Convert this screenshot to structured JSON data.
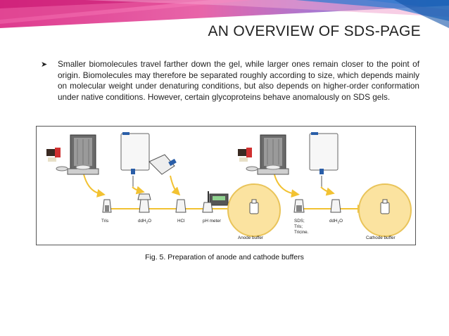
{
  "slide": {
    "title": "AN OVERVIEW OF SDS-PAGE",
    "bullet": "Smaller biomolecules travel farther down the gel, while larger ones remain closer to the point of origin. Biomolecules may therefore be separated roughly according to size, which depends mainly on molecular weight under denaturing conditions, but also depends on higher-order conformation under native conditions. However, certain glycoproteins behave anomalously on SDS gels.",
    "bullet_icon": "arrow-bullet-icon"
  },
  "figure": {
    "labels": {
      "tris": "Tris",
      "ddh2o_1": "ddH",
      "ddh2o_2": "ddH",
      "sub2": "2",
      "o": "O",
      "hcl": "HCl",
      "ph_meter": "pH meter",
      "anode_buffer": "Anode buffer",
      "sds": "SDS;",
      "tris2": "Tris;",
      "tricine": "Tricine.",
      "cathode_buffer": "Cathode buffer"
    },
    "caption": "Fig. 5. Preparation of anode and cathode buffers"
  },
  "colors": {
    "flow_arrow": "#f2c232",
    "buffer_circle_fill": "#fbe3a0",
    "buffer_circle_stroke": "#e9c45a",
    "banner_pink": "#e8268a",
    "banner_blue": "#1e72c8"
  }
}
